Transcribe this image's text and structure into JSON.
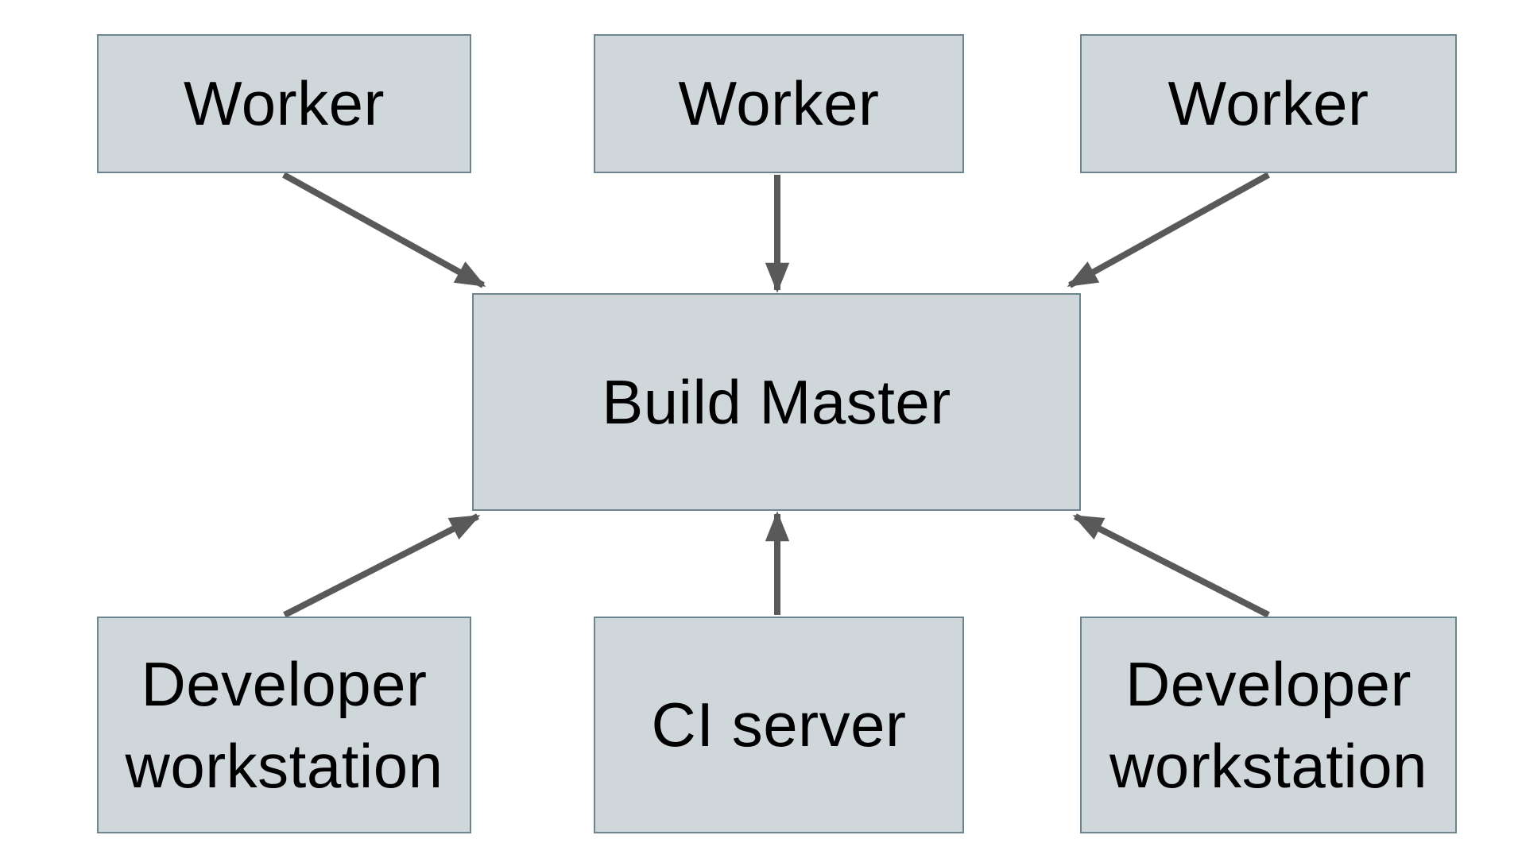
{
  "diagram": {
    "title": "Build Master distributed build diagram",
    "nodes": {
      "worker_1": {
        "label": "Worker"
      },
      "worker_2": {
        "label": "Worker"
      },
      "worker_3": {
        "label": "Worker"
      },
      "build_master": {
        "label": "Build Master"
      },
      "dev_workstation_left": {
        "label": "Developer workstation"
      },
      "ci_server": {
        "label": "CI server"
      },
      "dev_workstation_right": {
        "label": "Developer workstation"
      }
    },
    "edges": [
      {
        "from": "worker_1",
        "to": "build_master",
        "direction": "into build master"
      },
      {
        "from": "worker_2",
        "to": "build_master",
        "direction": "into build master"
      },
      {
        "from": "worker_3",
        "to": "build_master",
        "direction": "into build master"
      },
      {
        "from": "dev_workstation_left",
        "to": "build_master",
        "direction": "into build master"
      },
      {
        "from": "ci_server",
        "to": "build_master",
        "direction": "into build master"
      },
      {
        "from": "dev_workstation_right",
        "to": "build_master",
        "direction": "into build master"
      }
    ],
    "colors": {
      "background": "#ffffff",
      "node_fill": "#cfd7da",
      "node_border": "#6d858f",
      "arrow": "#595959",
      "text": "#000000"
    }
  }
}
